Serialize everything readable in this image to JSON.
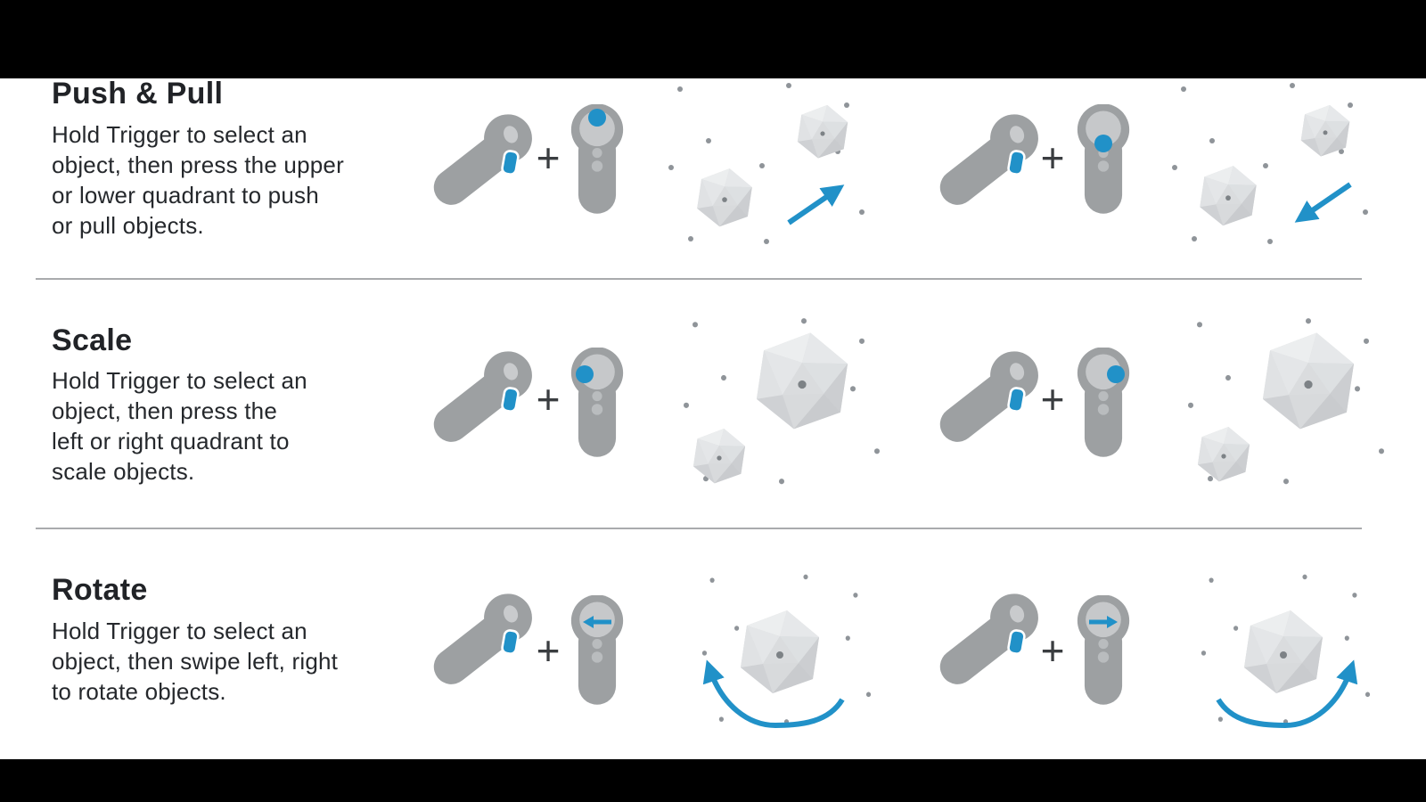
{
  "page": {
    "kind": "vr-controller-gesture-instructions",
    "plus_separator": "+"
  },
  "colors": {
    "accent_blue": "#2191c8",
    "controller_gray": "#9da0a2",
    "touchpad_gray": "#c6c8ca",
    "button_gray": "#b9bcbe",
    "divider_gray": "#a9abad",
    "title_text": "#212327",
    "body_text": "#25282c",
    "canvas_white": "#ffffff",
    "letterbox_black": "#000000",
    "particle_gray": "#8f9499",
    "object_gray": "#d7d9db"
  },
  "sections": [
    {
      "id": "push-pull",
      "title": "Push & Pull",
      "description_lines": [
        "Hold Trigger to select an",
        "object, then press the upper",
        "or lower quadrant to push",
        "or pull objects."
      ],
      "scenes": [
        {
          "name": "push",
          "touchpad_indicator": "upper-quadrant-dot",
          "arrow": "up-right-away"
        },
        {
          "name": "pull",
          "touchpad_indicator": "lower-quadrant-dot",
          "arrow": "down-left-toward"
        }
      ]
    },
    {
      "id": "scale",
      "title": "Scale",
      "description_lines": [
        "Hold Trigger to select an",
        "object, then press the",
        "left or right quadrant to",
        "scale objects."
      ],
      "scenes": [
        {
          "name": "scale-down",
          "touchpad_indicator": "left-quadrant-dot",
          "objects": "large-and-small-icosahedron"
        },
        {
          "name": "scale-up",
          "touchpad_indicator": "right-quadrant-dot",
          "objects": "large-and-small-icosahedron"
        }
      ]
    },
    {
      "id": "rotate",
      "title": "Rotate",
      "description_lines": [
        "Hold Trigger to select an",
        "object, then swipe left, right",
        "to rotate objects."
      ],
      "scenes": [
        {
          "name": "rotate-left",
          "touchpad_indicator": "swipe-left-arrow",
          "rotation": "counter-clockwise"
        },
        {
          "name": "rotate-right",
          "touchpad_indicator": "swipe-right-arrow",
          "rotation": "clockwise"
        }
      ]
    }
  ]
}
